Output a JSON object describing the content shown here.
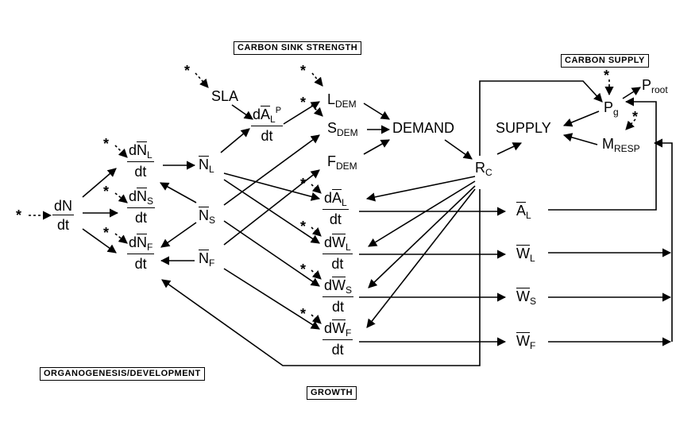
{
  "boxes": {
    "carbon_sink": "CARBON SINK STRENGTH",
    "carbon_supply": "CARBON SUPPLY",
    "organogenesis": "ORGANOGENESIS/DEVELOPMENT",
    "growth": "GROWTH"
  },
  "nodes": {
    "dN": "dN",
    "dt": "dt",
    "N": "N",
    "sub_L": "L",
    "sub_S": "S",
    "sub_F": "F",
    "d": "d",
    "A": "A",
    "W": "W",
    "sup_P": "P",
    "SLA": "SLA",
    "L_DEM": "L",
    "S_DEM": "S",
    "F_DEM": "F",
    "dem_sub": "DEM",
    "DEMAND": "DEMAND",
    "SUPPLY": "SUPPLY",
    "R": "R",
    "sub_C": "C",
    "P": "P",
    "sub_g": "g",
    "P_root": "P",
    "root_sub": "root",
    "M": "M",
    "resp_sub": "RESP",
    "star": "*"
  }
}
